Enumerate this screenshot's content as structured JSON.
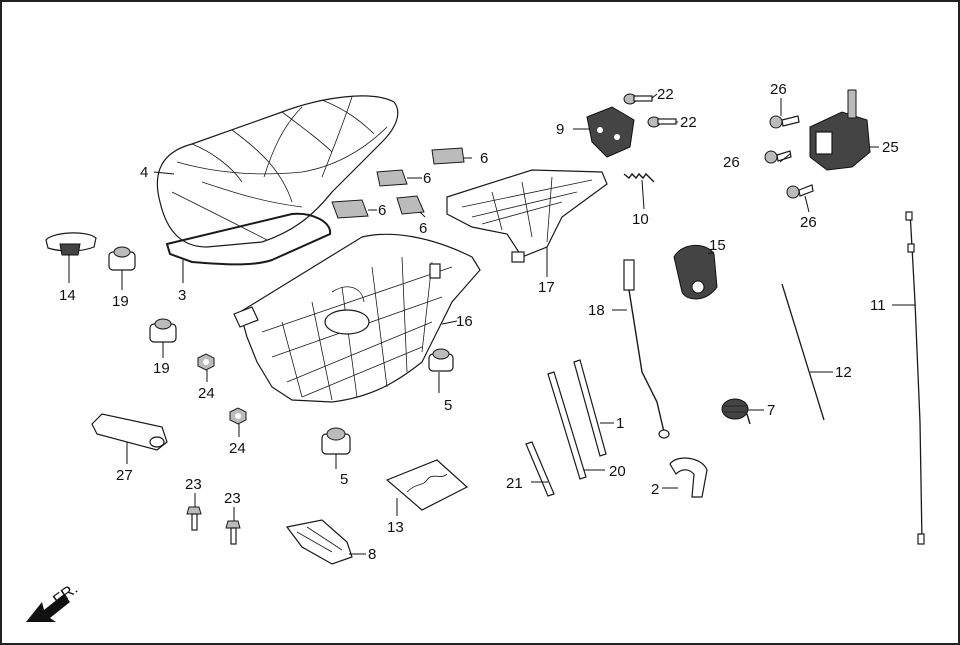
{
  "callouts": {
    "c1": "1",
    "c2": "2",
    "c3": "3",
    "c4": "4",
    "c5a": "5",
    "c5b": "5",
    "c6a": "6",
    "c6b": "6",
    "c6c": "6",
    "c6d": "6",
    "c7": "7",
    "c8": "8",
    "c9": "9",
    "c10": "10",
    "c11": "11",
    "c12": "12",
    "c13": "13",
    "c14": "14",
    "c15": "15",
    "c16": "16",
    "c17": "17",
    "c18": "18",
    "c19a": "19",
    "c19b": "19",
    "c20": "20",
    "c21": "21",
    "c22a": "22",
    "c22b": "22",
    "c23a": "23",
    "c23b": "23",
    "c24a": "24",
    "c24b": "24",
    "c25": "25",
    "c26a": "26",
    "c26b": "26",
    "c26c": "26",
    "c27": "27"
  },
  "direction_label": "FR."
}
